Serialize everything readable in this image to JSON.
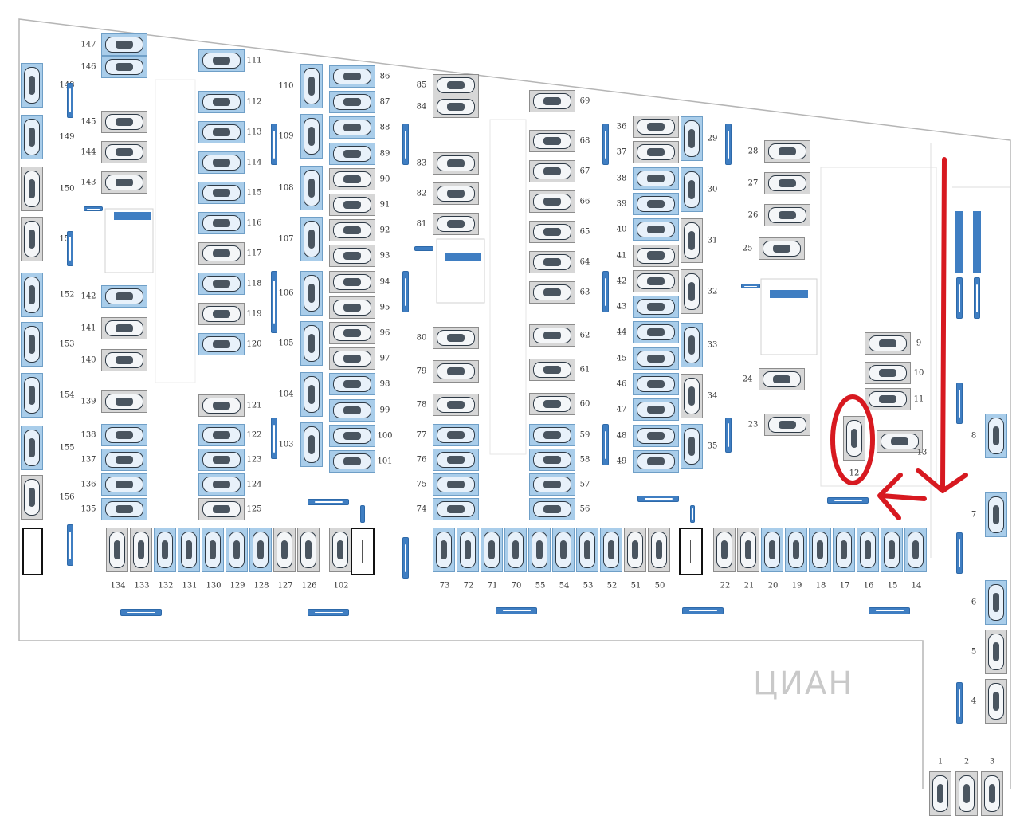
{
  "colors": {
    "spot_blue": "#a9cdea",
    "spot_gray": "#d7d7d7",
    "sign_blue": "#3f7ec2",
    "highlight_red": "#d71920"
  },
  "icons": [
    "car-icon",
    "stair-icon",
    "direction-sign-icon",
    "arrow-icon"
  ],
  "watermark": "ЦИАН",
  "highlight": {
    "spot": "12",
    "arrows": [
      "down-arrow",
      "left-arrow"
    ]
  },
  "spots": [
    {
      "n": "147",
      "c": "b"
    },
    {
      "n": "146",
      "c": "b"
    },
    {
      "n": "111",
      "c": "b"
    },
    {
      "n": "148",
      "c": "b"
    },
    {
      "n": "149",
      "c": "b"
    },
    {
      "n": "150",
      "c": "g"
    },
    {
      "n": "151",
      "c": "g"
    },
    {
      "n": "152",
      "c": "b"
    },
    {
      "n": "153",
      "c": "b"
    },
    {
      "n": "154",
      "c": "b"
    },
    {
      "n": "155",
      "c": "b"
    },
    {
      "n": "156",
      "c": "g"
    },
    {
      "n": "145",
      "c": "g"
    },
    {
      "n": "144",
      "c": "g"
    },
    {
      "n": "143",
      "c": "g"
    },
    {
      "n": "142",
      "c": "b"
    },
    {
      "n": "141",
      "c": "g"
    },
    {
      "n": "140",
      "c": "g"
    },
    {
      "n": "139",
      "c": "g"
    },
    {
      "n": "138",
      "c": "b"
    },
    {
      "n": "137",
      "c": "b"
    },
    {
      "n": "136",
      "c": "b"
    },
    {
      "n": "135",
      "c": "b"
    },
    {
      "n": "112",
      "c": "b"
    },
    {
      "n": "113",
      "c": "b"
    },
    {
      "n": "114",
      "c": "b"
    },
    {
      "n": "115",
      "c": "b"
    },
    {
      "n": "116",
      "c": "b"
    },
    {
      "n": "117",
      "c": "g"
    },
    {
      "n": "118",
      "c": "b"
    },
    {
      "n": "119",
      "c": "g"
    },
    {
      "n": "120",
      "c": "b"
    },
    {
      "n": "121",
      "c": "g"
    },
    {
      "n": "122",
      "c": "b"
    },
    {
      "n": "123",
      "c": "b"
    },
    {
      "n": "124",
      "c": "b"
    },
    {
      "n": "125",
      "c": "g"
    },
    {
      "n": "110",
      "c": "b"
    },
    {
      "n": "109",
      "c": "b"
    },
    {
      "n": "108",
      "c": "b"
    },
    {
      "n": "107",
      "c": "b"
    },
    {
      "n": "106",
      "c": "b"
    },
    {
      "n": "105",
      "c": "b"
    },
    {
      "n": "104",
      "c": "b"
    },
    {
      "n": "103",
      "c": "b"
    },
    {
      "n": "86",
      "c": "b"
    },
    {
      "n": "87",
      "c": "b"
    },
    {
      "n": "88",
      "c": "b"
    },
    {
      "n": "89",
      "c": "b"
    },
    {
      "n": "90",
      "c": "g"
    },
    {
      "n": "91",
      "c": "g"
    },
    {
      "n": "92",
      "c": "g"
    },
    {
      "n": "93",
      "c": "g"
    },
    {
      "n": "94",
      "c": "g"
    },
    {
      "n": "95",
      "c": "g"
    },
    {
      "n": "96",
      "c": "g"
    },
    {
      "n": "97",
      "c": "g"
    },
    {
      "n": "98",
      "c": "b"
    },
    {
      "n": "99",
      "c": "b"
    },
    {
      "n": "100",
      "c": "b"
    },
    {
      "n": "101",
      "c": "b"
    },
    {
      "n": "85",
      "c": "g"
    },
    {
      "n": "84",
      "c": "g"
    },
    {
      "n": "83",
      "c": "g"
    },
    {
      "n": "82",
      "c": "g"
    },
    {
      "n": "81",
      "c": "g"
    },
    {
      "n": "80",
      "c": "g"
    },
    {
      "n": "79",
      "c": "g"
    },
    {
      "n": "78",
      "c": "g"
    },
    {
      "n": "77",
      "c": "b"
    },
    {
      "n": "76",
      "c": "b"
    },
    {
      "n": "75",
      "c": "b"
    },
    {
      "n": "74",
      "c": "b"
    },
    {
      "n": "69",
      "c": "g"
    },
    {
      "n": "68",
      "c": "g"
    },
    {
      "n": "67",
      "c": "g"
    },
    {
      "n": "66",
      "c": "g"
    },
    {
      "n": "65",
      "c": "g"
    },
    {
      "n": "64",
      "c": "g"
    },
    {
      "n": "63",
      "c": "g"
    },
    {
      "n": "62",
      "c": "g"
    },
    {
      "n": "61",
      "c": "g"
    },
    {
      "n": "60",
      "c": "g"
    },
    {
      "n": "59",
      "c": "b"
    },
    {
      "n": "58",
      "c": "b"
    },
    {
      "n": "57",
      "c": "b"
    },
    {
      "n": "56",
      "c": "b"
    },
    {
      "n": "36",
      "c": "g"
    },
    {
      "n": "37",
      "c": "g"
    },
    {
      "n": "38",
      "c": "b"
    },
    {
      "n": "39",
      "c": "b"
    },
    {
      "n": "40",
      "c": "b"
    },
    {
      "n": "41",
      "c": "g"
    },
    {
      "n": "42",
      "c": "g"
    },
    {
      "n": "43",
      "c": "b"
    },
    {
      "n": "44",
      "c": "b"
    },
    {
      "n": "45",
      "c": "b"
    },
    {
      "n": "46",
      "c": "b"
    },
    {
      "n": "47",
      "c": "b"
    },
    {
      "n": "48",
      "c": "b"
    },
    {
      "n": "49",
      "c": "b"
    },
    {
      "n": "29",
      "c": "b"
    },
    {
      "n": "30",
      "c": "b"
    },
    {
      "n": "31",
      "c": "g"
    },
    {
      "n": "32",
      "c": "g"
    },
    {
      "n": "33",
      "c": "b"
    },
    {
      "n": "34",
      "c": "g"
    },
    {
      "n": "35",
      "c": "b"
    },
    {
      "n": "28",
      "c": "g"
    },
    {
      "n": "27",
      "c": "g"
    },
    {
      "n": "26",
      "c": "g"
    },
    {
      "n": "25",
      "c": "g"
    },
    {
      "n": "24",
      "c": "g"
    },
    {
      "n": "23",
      "c": "g"
    },
    {
      "n": "9",
      "c": "g"
    },
    {
      "n": "10",
      "c": "g"
    },
    {
      "n": "11",
      "c": "g"
    },
    {
      "n": "12",
      "c": "g"
    },
    {
      "n": "13",
      "c": "g"
    },
    {
      "n": "8",
      "c": "b"
    },
    {
      "n": "7",
      "c": "b"
    },
    {
      "n": "6",
      "c": "b"
    },
    {
      "n": "5",
      "c": "g"
    },
    {
      "n": "4",
      "c": "g"
    },
    {
      "n": "1",
      "c": "g"
    },
    {
      "n": "2",
      "c": "g"
    },
    {
      "n": "3",
      "c": "g"
    },
    {
      "n": "134",
      "c": "g"
    },
    {
      "n": "133",
      "c": "g"
    },
    {
      "n": "132",
      "c": "b"
    },
    {
      "n": "131",
      "c": "b"
    },
    {
      "n": "130",
      "c": "b"
    },
    {
      "n": "129",
      "c": "b"
    },
    {
      "n": "128",
      "c": "b"
    },
    {
      "n": "127",
      "c": "g"
    },
    {
      "n": "126",
      "c": "g"
    },
    {
      "n": "102",
      "c": "g"
    },
    {
      "n": "73",
      "c": "b"
    },
    {
      "n": "72",
      "c": "b"
    },
    {
      "n": "71",
      "c": "b"
    },
    {
      "n": "70",
      "c": "b"
    },
    {
      "n": "55",
      "c": "b"
    },
    {
      "n": "54",
      "c": "b"
    },
    {
      "n": "53",
      "c": "b"
    },
    {
      "n": "52",
      "c": "b"
    },
    {
      "n": "51",
      "c": "g"
    },
    {
      "n": "50",
      "c": "g"
    },
    {
      "n": "22",
      "c": "g"
    },
    {
      "n": "21",
      "c": "g"
    },
    {
      "n": "20",
      "c": "b"
    },
    {
      "n": "19",
      "c": "b"
    },
    {
      "n": "18",
      "c": "b"
    },
    {
      "n": "17",
      "c": "b"
    },
    {
      "n": "16",
      "c": "b"
    },
    {
      "n": "15",
      "c": "b"
    },
    {
      "n": "14",
      "c": "b"
    }
  ]
}
